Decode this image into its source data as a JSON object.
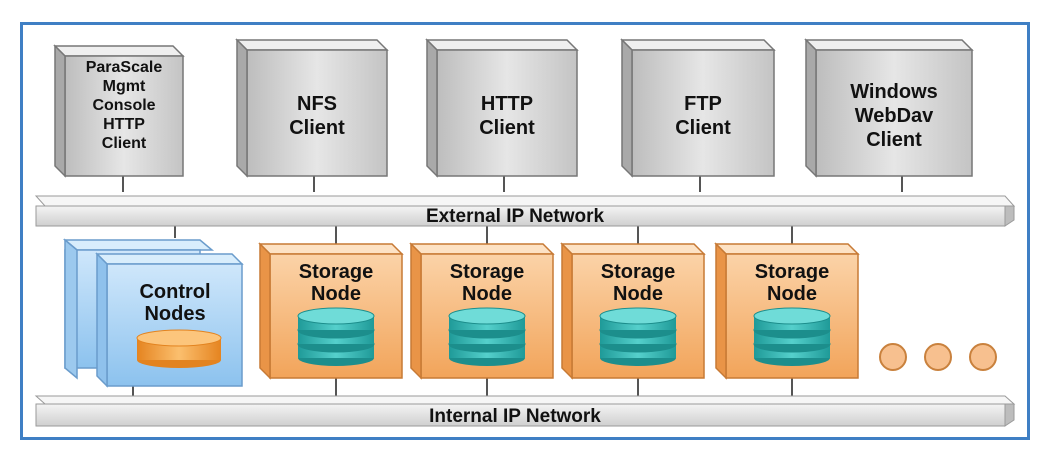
{
  "clients": [
    {
      "lines": [
        "ParaScale",
        "Mgmt",
        "Console",
        "HTTP",
        "Client"
      ]
    },
    {
      "lines": [
        "NFS",
        "Client"
      ]
    },
    {
      "lines": [
        "HTTP",
        "Client"
      ]
    },
    {
      "lines": [
        "FTP",
        "Client"
      ]
    },
    {
      "lines": [
        "Windows",
        "WebDav",
        "Client"
      ]
    }
  ],
  "external_network": {
    "label": "External IP Network"
  },
  "internal_network": {
    "label": "Internal IP Network"
  },
  "control_nodes": {
    "lines": [
      "Control",
      "Nodes"
    ]
  },
  "storage_nodes": [
    {
      "lines": [
        "Storage",
        "Node"
      ]
    },
    {
      "lines": [
        "Storage",
        "Node"
      ]
    },
    {
      "lines": [
        "Storage",
        "Node"
      ]
    },
    {
      "lines": [
        "Storage",
        "Node"
      ]
    }
  ],
  "ellipsis_dots": 3,
  "colors": {
    "frame_border": "#3f7fc4",
    "client_fill": "#d2d2d2",
    "network_bar": "#e4e4e4",
    "control_fill": "#a9d3f3",
    "storage_fill": "#f7b779",
    "disk_teal": "#2bb3b0",
    "disk_orange": "#f39a2e",
    "dot_fill": "#f7c08f"
  }
}
